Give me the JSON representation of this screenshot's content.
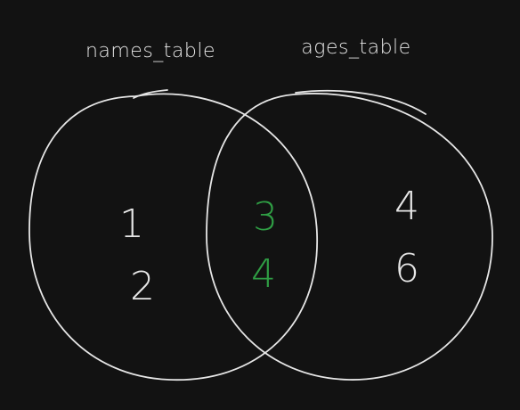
{
  "diagram": {
    "type": "venn",
    "colors": {
      "background": "#121212",
      "stroke": "#e6e6e6",
      "text": "#e6e6e6",
      "intersection_text": "#2f9e44"
    },
    "sets": {
      "left": {
        "label": "names_table",
        "only_values": [
          "1",
          "2"
        ]
      },
      "right": {
        "label": "ages_table",
        "only_values": [
          "4",
          "6"
        ]
      }
    },
    "intersection_values": [
      "3",
      "4"
    ]
  }
}
